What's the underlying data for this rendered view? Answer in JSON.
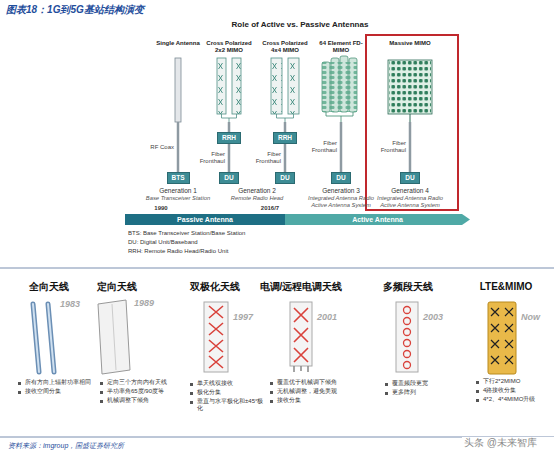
{
  "diagram": {
    "title": "图表18：1G到5G基站结构演变",
    "caption": "资料来源：imgroup，国盛证券研究所",
    "nodes": [
      {
        "text": [
          "Single Antenna"
        ]
      },
      {
        "text": [
          "Cross Polarized 2x2 MIMO"
        ]
      },
      {
        "text": [
          "Cross Polarized 4x4 MIMO"
        ]
      },
      {
        "text": [
          "64 Element FD-MIMO"
        ]
      },
      {
        "text": [
          "Massive MIMO"
        ]
      },
      {
        "text": [
          "RRH"
        ]
      },
      {
        "text": [
          "RRH"
        ]
      },
      {
        "text": [
          "BTS"
        ]
      },
      {
        "text": [
          "DU"
        ]
      },
      {
        "text": [
          "DU"
        ]
      },
      {
        "text": [
          "DU"
        ]
      },
      {
        "text": [
          "DU"
        ]
      },
      {
        "text": [
          "Passive Antenna"
        ]
      },
      {
        "text": [
          "Active Antenna"
        ]
      },
      {
        "text": [
          "全向天线"
        ]
      },
      {
        "text": [
          "定向天线"
        ]
      },
      {
        "text": [
          "双极化天线"
        ]
      },
      {
        "text": [
          "电调/远程电调天线"
        ]
      },
      {
        "text": [
          "多频段天线"
        ]
      },
      {
        "text": [
          "LTE&MIMO"
        ]
      }
    ],
    "edges": [
      {
        "from": 0,
        "to": 7,
        "arrow": "none",
        "label": "RF Coax"
      },
      {
        "from": 1,
        "to": 5,
        "arrow": "none"
      },
      {
        "from": 5,
        "to": 8,
        "arrow": "none",
        "label": "Fiber Fronthaul"
      },
      {
        "from": 2,
        "to": 6,
        "arrow": "none"
      },
      {
        "from": 6,
        "to": 9,
        "arrow": "none",
        "label": "Fiber Fronthaul"
      },
      {
        "from": 3,
        "to": 10,
        "arrow": "none",
        "label": "Fiber Fronthaul"
      },
      {
        "from": 4,
        "to": 11,
        "arrow": "none",
        "label": "Fiber Fronthaul"
      }
    ],
    "labels": [
      "Role of Active vs. Passive Antennas",
      "Generation 1",
      "Base Transceiver Station",
      "Generation 2",
      "Remote Radio Head",
      "Generation 3",
      "Integrated Antenna Radio Active Antenna System",
      "Generation 4",
      "Integrated Antenna Radio Active Antenna System",
      "1990",
      "2016/7",
      "BTS: Base Transceiver Station/Base Station",
      "DU: Digital Unit/Baseband",
      "RRH: Remote Radio Head/Radio Unit",
      "1983",
      "1989",
      "1997",
      "2001",
      "2003",
      "Now",
      "所有方向上辐射功率相同",
      "接收空间分集",
      "定向三个方向内有天线",
      "半功率角65度/90度等",
      "机械调整下倾角",
      "单天线双接收",
      "极化分集",
      "垂直与水平极化和±45°极化",
      "覆盖优于机械调下倾角",
      "无机械调整，避免美观",
      "接收分集",
      "覆盖频段更宽",
      "更多阵列",
      "下行2*2MIMO",
      "4路接收分集",
      "4*2、4*4MIMO升级",
      "头条 @未来智库"
    ]
  }
}
